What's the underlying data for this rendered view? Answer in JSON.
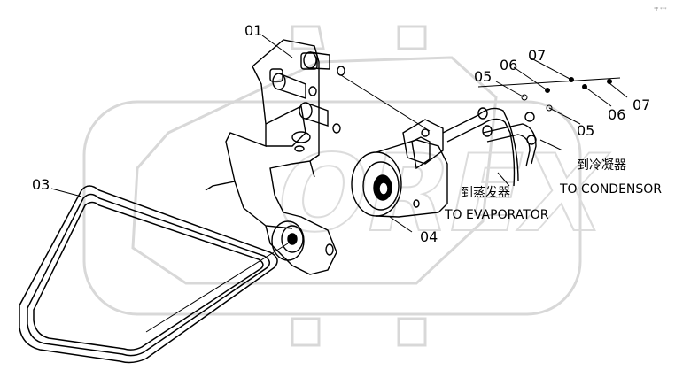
{
  "diagram": {
    "watermark": "OREX",
    "corner_stamp": "°F ***",
    "callouts": {
      "c01": "01",
      "c03": "03",
      "c04": "04",
      "c05a": "05",
      "c05b": "05",
      "c06a": "06",
      "c06b": "06",
      "c07a": "07",
      "c07b": "07"
    },
    "notes": {
      "evaporator_cn": "到蒸发器",
      "evaporator_en": "TO EVAPORATOR",
      "condenser_cn": "到冷凝器",
      "condenser_en": "TO CONDENSOR"
    }
  }
}
